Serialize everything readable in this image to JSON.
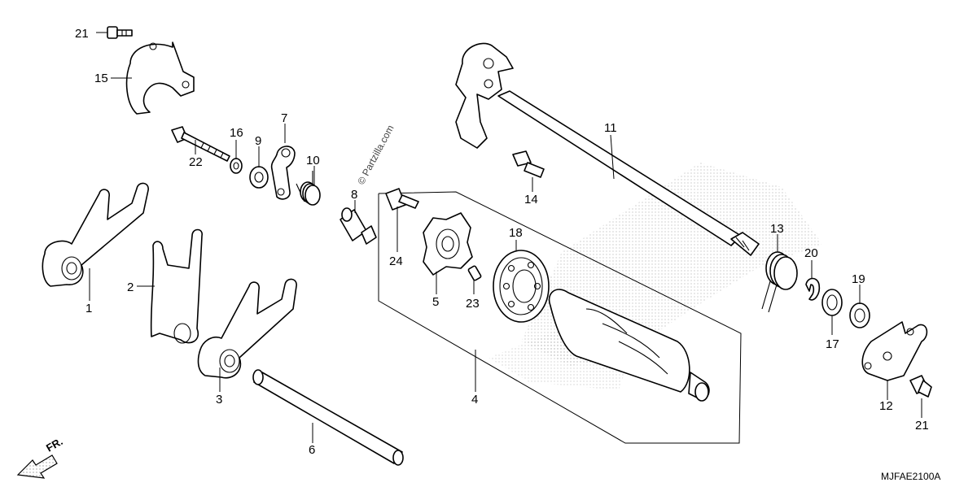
{
  "diagram_code": "MJFAE2100A",
  "watermark": "© Partzilla.com",
  "direction_label": "FR.",
  "callouts": [
    "1",
    "2",
    "3",
    "4",
    "5",
    "6",
    "7",
    "8",
    "9",
    "10",
    "11",
    "12",
    "13",
    "14",
    "15",
    "16",
    "17",
    "18",
    "19",
    "20",
    "21",
    "21",
    "22",
    "23",
    "24"
  ]
}
